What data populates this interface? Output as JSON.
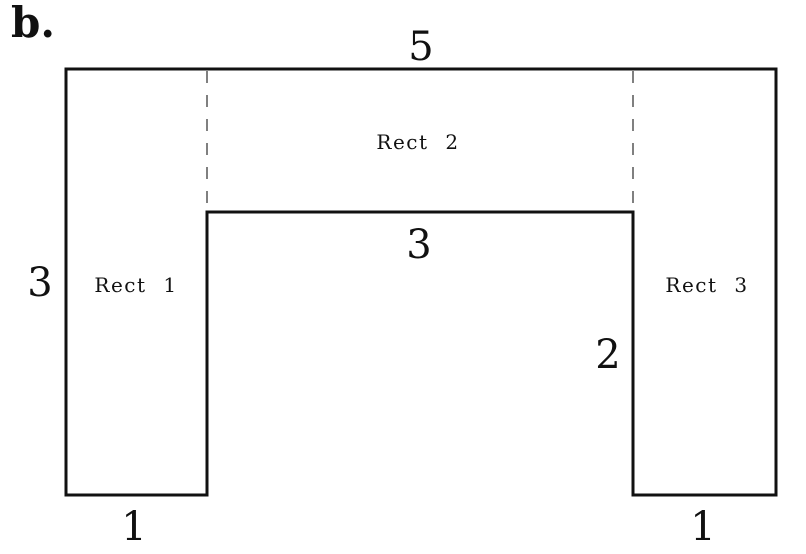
{
  "figure": {
    "label": "b.",
    "colors": {
      "background": "#ffffff",
      "solid_line": "#111111",
      "dashed_line": "#808080",
      "text": "#111111"
    },
    "rects": [
      {
        "name": "Rect 1"
      },
      {
        "name": "Rect 2"
      },
      {
        "name": "Rect 3"
      }
    ],
    "dimensions": {
      "top_width": "5",
      "left_height": "3",
      "notch_width": "3",
      "notch_depth": "2",
      "left_foot_width": "1",
      "right_foot_width": "1"
    }
  }
}
